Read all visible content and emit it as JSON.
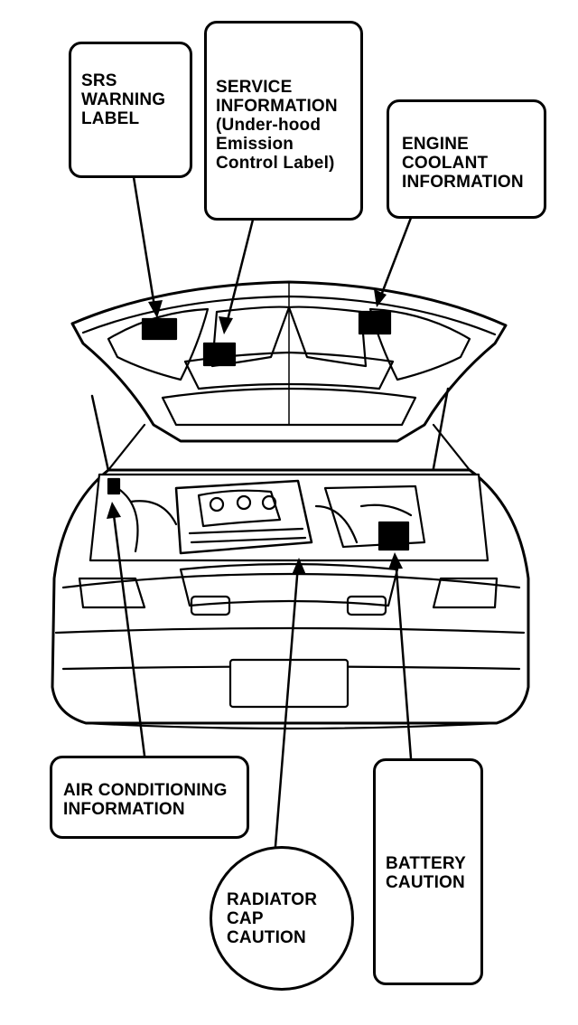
{
  "labels": {
    "srs": "SRS\nWARNING\nLABEL",
    "service": "SERVICE\nINFORMATION\n(Under-hood\nEmission\nControl Label)",
    "coolant": "ENGINE\nCOOLANT\nINFORMATION",
    "ac": "AIR CONDITIONING\nINFORMATION",
    "radiator": "RADIATOR\nCAP\nCAUTION",
    "battery": "BATTERY\nCAUTION"
  },
  "colors": {
    "ink": "#000000",
    "paper": "#ffffff"
  }
}
